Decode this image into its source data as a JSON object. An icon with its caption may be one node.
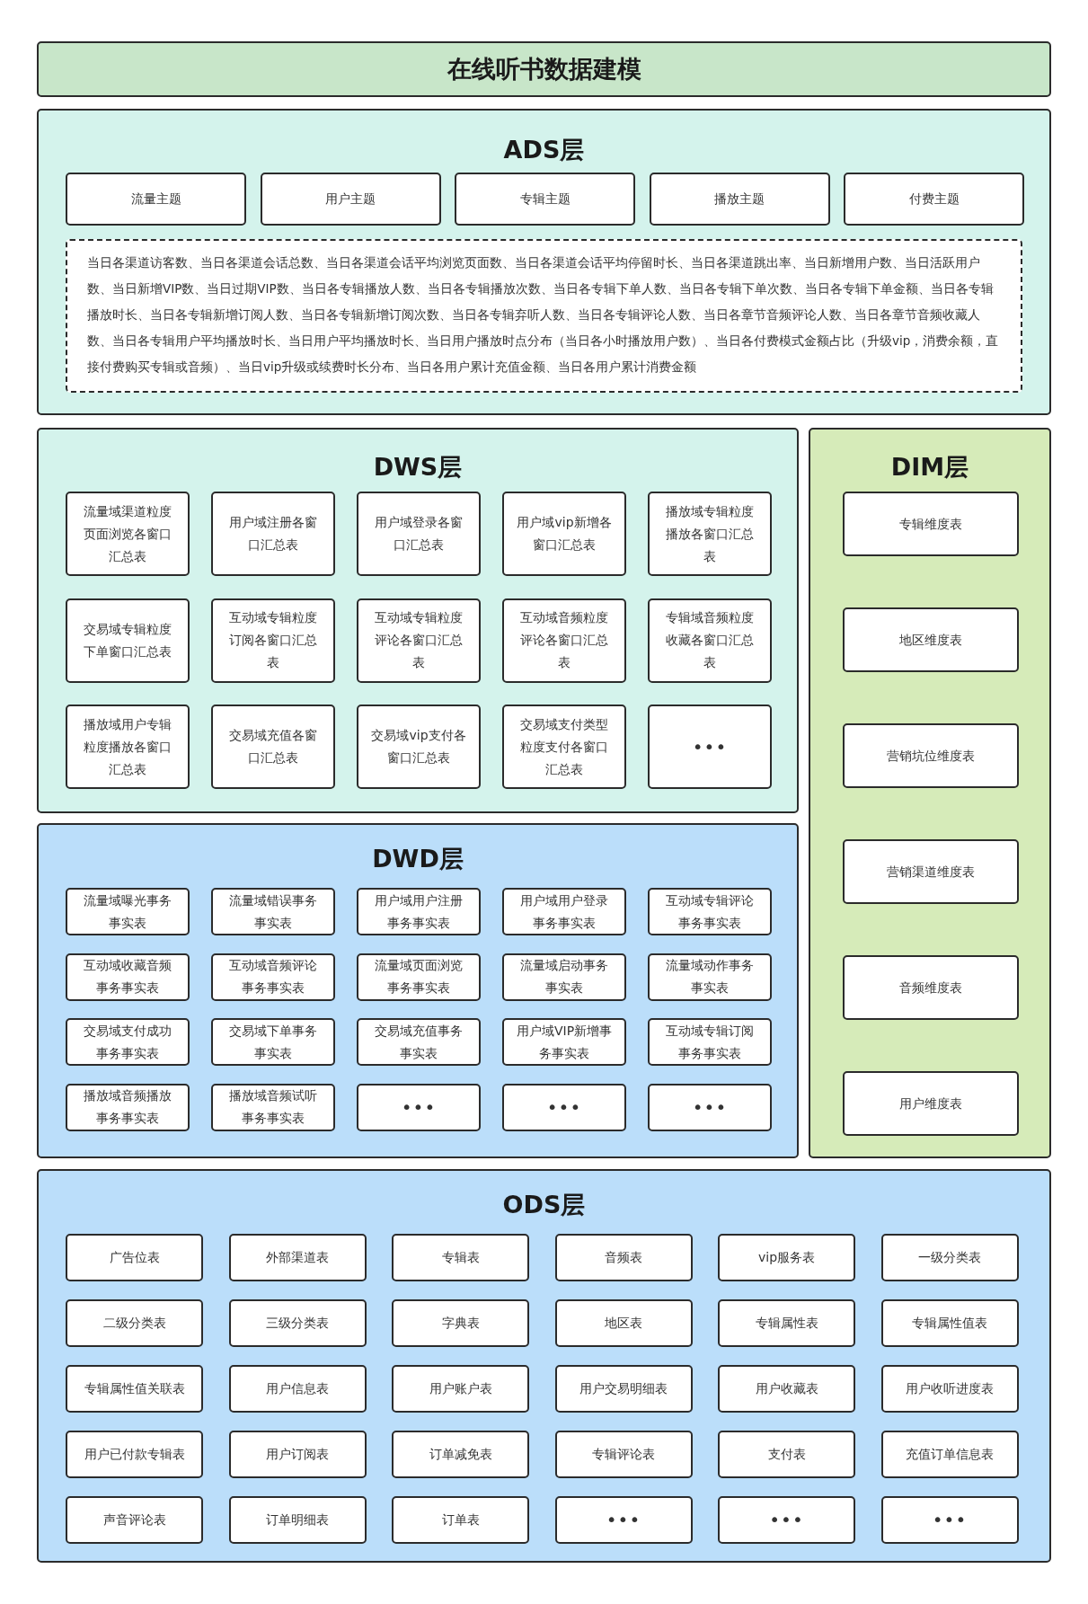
{
  "diagram": {
    "nodes": [
      {
        "text": [
          "在线听书数据建模"
        ]
      },
      {
        "text": [
          "ADS层"
        ]
      },
      {
        "text": [
          "流量主题"
        ],
        "in": 1
      },
      {
        "text": [
          "用户主题"
        ],
        "in": 1
      },
      {
        "text": [
          "专辑主题"
        ],
        "in": 1
      },
      {
        "text": [
          "播放主题"
        ],
        "in": 1
      },
      {
        "text": [
          "付费主题"
        ],
        "in": 1
      },
      {
        "text": [
          "当日各渠道访客数、当日各渠道会话总数、当日各渠道会话平均浏览页面数、当日各渠道会话平均停留时长、当日各渠道跳出率、当日新增用户数、当日活跃用户数、当日新增VIP数、当日过期VIP数、当日各专辑播放人数、当日各专辑播放次数、当日各专辑下单人数、当日各专辑下单次数、当日各专辑下单金额、当日各专辑播放时长、当日各专辑新增订阅人数、当日各专辑新增订阅次数、当日各专辑弃听人数、当日各专辑评论人数、当日各章节音频评论人数、当日各章节音频收藏人数、当日各专辑用户平均播放时长、当日用户平均播放时长、当日用户播放时点分布（当日各小时播放用户数）、当日各付费模式金额占比（升级vip，消费余额，直接付费购买专辑或音频）、当日vip升级或续费时长分布、当日各用户累计充值金额、当日各用户累计消费金额"
        ],
        "in": 1
      },
      {
        "text": [
          "DWS层"
        ]
      },
      {
        "text": [
          "流量域渠道粒度页面浏览各窗口汇总表"
        ],
        "in": 8
      },
      {
        "text": [
          "用户域注册各窗口汇总表"
        ],
        "in": 8
      },
      {
        "text": [
          "用户域登录各窗口汇总表"
        ],
        "in": 8
      },
      {
        "text": [
          "用户域vip新增各窗口汇总表"
        ],
        "in": 8
      },
      {
        "text": [
          "播放域专辑粒度播放各窗口汇总表"
        ],
        "in": 8
      },
      {
        "text": [
          "交易域专辑粒度下单窗口汇总表"
        ],
        "in": 8
      },
      {
        "text": [
          "互动域专辑粒度订阅各窗口汇总表"
        ],
        "in": 8
      },
      {
        "text": [
          "互动域专辑粒度评论各窗口汇总表"
        ],
        "in": 8
      },
      {
        "text": [
          "互动域音频粒度评论各窗口汇总表"
        ],
        "in": 8
      },
      {
        "text": [
          "专辑域音频粒度收藏各窗口汇总表"
        ],
        "in": 8
      },
      {
        "text": [
          "播放域用户专辑粒度播放各窗口汇总表"
        ],
        "in": 8
      },
      {
        "text": [
          "交易域充值各窗口汇总表"
        ],
        "in": 8
      },
      {
        "text": [
          "交易域vip支付各窗口汇总表"
        ],
        "in": 8
      },
      {
        "text": [
          "交易域支付类型粒度支付各窗口汇总表"
        ],
        "in": 8
      },
      {
        "text": [
          "•••"
        ],
        "in": 8
      },
      {
        "text": [
          "DIM层"
        ]
      },
      {
        "text": [
          "专辑维度表"
        ],
        "in": 24
      },
      {
        "text": [
          "地区维度表"
        ],
        "in": 24
      },
      {
        "text": [
          "营销坑位维度表"
        ],
        "in": 24
      },
      {
        "text": [
          "营销渠道维度表"
        ],
        "in": 24
      },
      {
        "text": [
          "音频维度表"
        ],
        "in": 24
      },
      {
        "text": [
          "用户维度表"
        ],
        "in": 24
      },
      {
        "text": [
          "DWD层"
        ]
      },
      {
        "text": [
          "流量域曝光事务事实表"
        ],
        "in": 31
      },
      {
        "text": [
          "流量域错误事务事实表"
        ],
        "in": 31
      },
      {
        "text": [
          "用户域用户注册事务事实表"
        ],
        "in": 31
      },
      {
        "text": [
          "用户域用户登录事务事实表"
        ],
        "in": 31
      },
      {
        "text": [
          "互动域专辑评论事务事实表"
        ],
        "in": 31
      },
      {
        "text": [
          "互动域收藏音频事务事实表"
        ],
        "in": 31
      },
      {
        "text": [
          "互动域音频评论事务事实表"
        ],
        "in": 31
      },
      {
        "text": [
          "流量域页面浏览事务事实表"
        ],
        "in": 31
      },
      {
        "text": [
          "流量域启动事务事实表"
        ],
        "in": 31
      },
      {
        "text": [
          "流量域动作事务事实表"
        ],
        "in": 31
      },
      {
        "text": [
          "交易域支付成功事务事实表"
        ],
        "in": 31
      },
      {
        "text": [
          "交易域下单事务事实表"
        ],
        "in": 31
      },
      {
        "text": [
          "交易域充值事务事实表"
        ],
        "in": 31
      },
      {
        "text": [
          "用户域VIP新增事务事实表"
        ],
        "in": 31
      },
      {
        "text": [
          "互动域专辑订阅事务事实表"
        ],
        "in": 31
      },
      {
        "text": [
          "播放域音频播放事务事实表"
        ],
        "in": 31
      },
      {
        "text": [
          "播放域音频试听事务事实表"
        ],
        "in": 31
      },
      {
        "text": [
          "•••"
        ],
        "in": 31
      },
      {
        "text": [
          "•••"
        ],
        "in": 31
      },
      {
        "text": [
          "•••"
        ],
        "in": 31
      },
      {
        "text": [
          "ODS层"
        ]
      },
      {
        "text": [
          "广告位表"
        ],
        "in": 52
      },
      {
        "text": [
          "外部渠道表"
        ],
        "in": 52
      },
      {
        "text": [
          "专辑表"
        ],
        "in": 52
      },
      {
        "text": [
          "音频表"
        ],
        "in": 52
      },
      {
        "text": [
          "vip服务表"
        ],
        "in": 52
      },
      {
        "text": [
          "一级分类表"
        ],
        "in": 52
      },
      {
        "text": [
          "二级分类表"
        ],
        "in": 52
      },
      {
        "text": [
          "三级分类表"
        ],
        "in": 52
      },
      {
        "text": [
          "字典表"
        ],
        "in": 52
      },
      {
        "text": [
          "地区表"
        ],
        "in": 52
      },
      {
        "text": [
          "专辑属性表"
        ],
        "in": 52
      },
      {
        "text": [
          "专辑属性值表"
        ],
        "in": 52
      },
      {
        "text": [
          "专辑属性值关联表"
        ],
        "in": 52
      },
      {
        "text": [
          "用户信息表"
        ],
        "in": 52
      },
      {
        "text": [
          "用户账户表"
        ],
        "in": 52
      },
      {
        "text": [
          "用户交易明细表"
        ],
        "in": 52
      },
      {
        "text": [
          "用户收藏表"
        ],
        "in": 52
      },
      {
        "text": [
          "用户收听进度表"
        ],
        "in": 52
      },
      {
        "text": [
          "用户已付款专辑表"
        ],
        "in": 52
      },
      {
        "text": [
          "用户订阅表"
        ],
        "in": 52
      },
      {
        "text": [
          "订单减免表"
        ],
        "in": 52
      },
      {
        "text": [
          "专辑评论表"
        ],
        "in": 52
      },
      {
        "text": [
          "支付表"
        ],
        "in": 52
      },
      {
        "text": [
          "充值订单信息表"
        ],
        "in": 52
      },
      {
        "text": [
          "声音评论表"
        ],
        "in": 52
      },
      {
        "text": [
          "订单明细表"
        ],
        "in": 52
      },
      {
        "text": [
          "订单表"
        ],
        "in": 52
      },
      {
        "text": [
          "•••"
        ],
        "in": 52
      },
      {
        "text": [
          "•••"
        ],
        "in": 52
      },
      {
        "text": [
          "•••"
        ],
        "in": 52
      }
    ]
  }
}
